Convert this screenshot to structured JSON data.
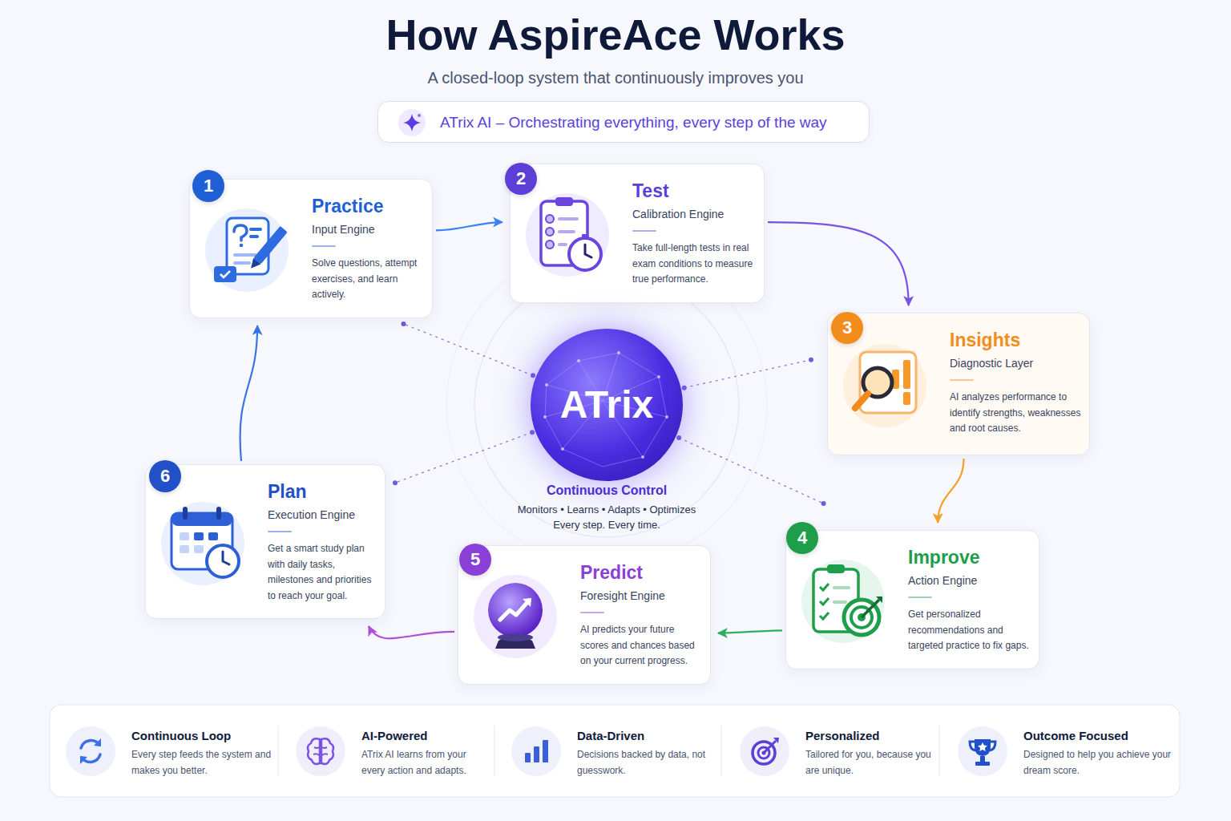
{
  "diagram": {
    "title": "How AspireAce Works",
    "caption": "A closed-loop system that continuously improves you",
    "nodes": [
      {
        "text": [
          "ATrix AI – Orchestrating everything, every step of the way"
        ]
      },
      {
        "text": [
          "Practice",
          "Input Engine",
          "Solve questions, attempt exercises, and learn actively."
        ]
      },
      {
        "text": [
          "1"
        ],
        "in": 1
      },
      {
        "text": [
          "Test",
          "Calibration Engine",
          "Take full-length tests in real exam conditions to measure true performance."
        ]
      },
      {
        "text": [
          "2"
        ],
        "in": 3
      },
      {
        "text": [
          "Insights",
          "Diagnostic Layer",
          "AI analyzes performance to identify strengths, weaknesses and root causes."
        ]
      },
      {
        "text": [
          "3"
        ],
        "in": 5
      },
      {
        "text": [
          "ATrix",
          "Continuous Control",
          "Monitors • Learns • Adapts • Optimizes Every step. Every time."
        ]
      },
      {
        "text": [
          "Plan",
          "Execution Engine",
          "Get a smart study plan with daily tasks, milestones and priorities to reach your goal."
        ]
      },
      {
        "text": [
          "6"
        ],
        "in": 8
      },
      {
        "text": [
          "Improve",
          "Action Engine",
          "Get personalized recommendations and targeted practice to fix gaps."
        ]
      },
      {
        "text": [
          "4"
        ],
        "in": 10
      },
      {
        "text": [
          "Predict",
          "Foresight Engine",
          "AI predicts your future scores and chances based on your current progress."
        ]
      },
      {
        "text": [
          "5"
        ],
        "in": 12
      },
      {
        "text": [
          "Continuous Loop",
          "Every step feeds the system and makes you better."
        ]
      },
      {
        "text": [
          "AI-Powered",
          "ATrix AI learns from your every action and adapts."
        ]
      },
      {
        "text": [
          "Data-Driven",
          "Decisions backed by data, not guesswork."
        ]
      },
      {
        "text": [
          "Personalized",
          "Tailored for you, because you are unique."
        ]
      },
      {
        "text": [
          "Outcome Focused",
          "Designed to help you achieve your dream score."
        ]
      }
    ],
    "edges": [
      {
        "from": 1,
        "to": 3,
        "arrow": "to"
      },
      {
        "from": 3,
        "to": 5,
        "arrow": "to"
      },
      {
        "from": 5,
        "to": 10,
        "arrow": "to"
      },
      {
        "from": 10,
        "to": 12,
        "arrow": "to"
      },
      {
        "from": 12,
        "to": 8,
        "arrow": "to"
      },
      {
        "from": 8,
        "to": 1,
        "arrow": "to"
      },
      {
        "from": 7,
        "to": 1,
        "arrow": "none"
      },
      {
        "from": 7,
        "to": 5,
        "arrow": "none"
      },
      {
        "from": 7,
        "to": 8,
        "arrow": "none"
      },
      {
        "from": 7,
        "to": 10,
        "arrow": "none"
      }
    ]
  }
}
